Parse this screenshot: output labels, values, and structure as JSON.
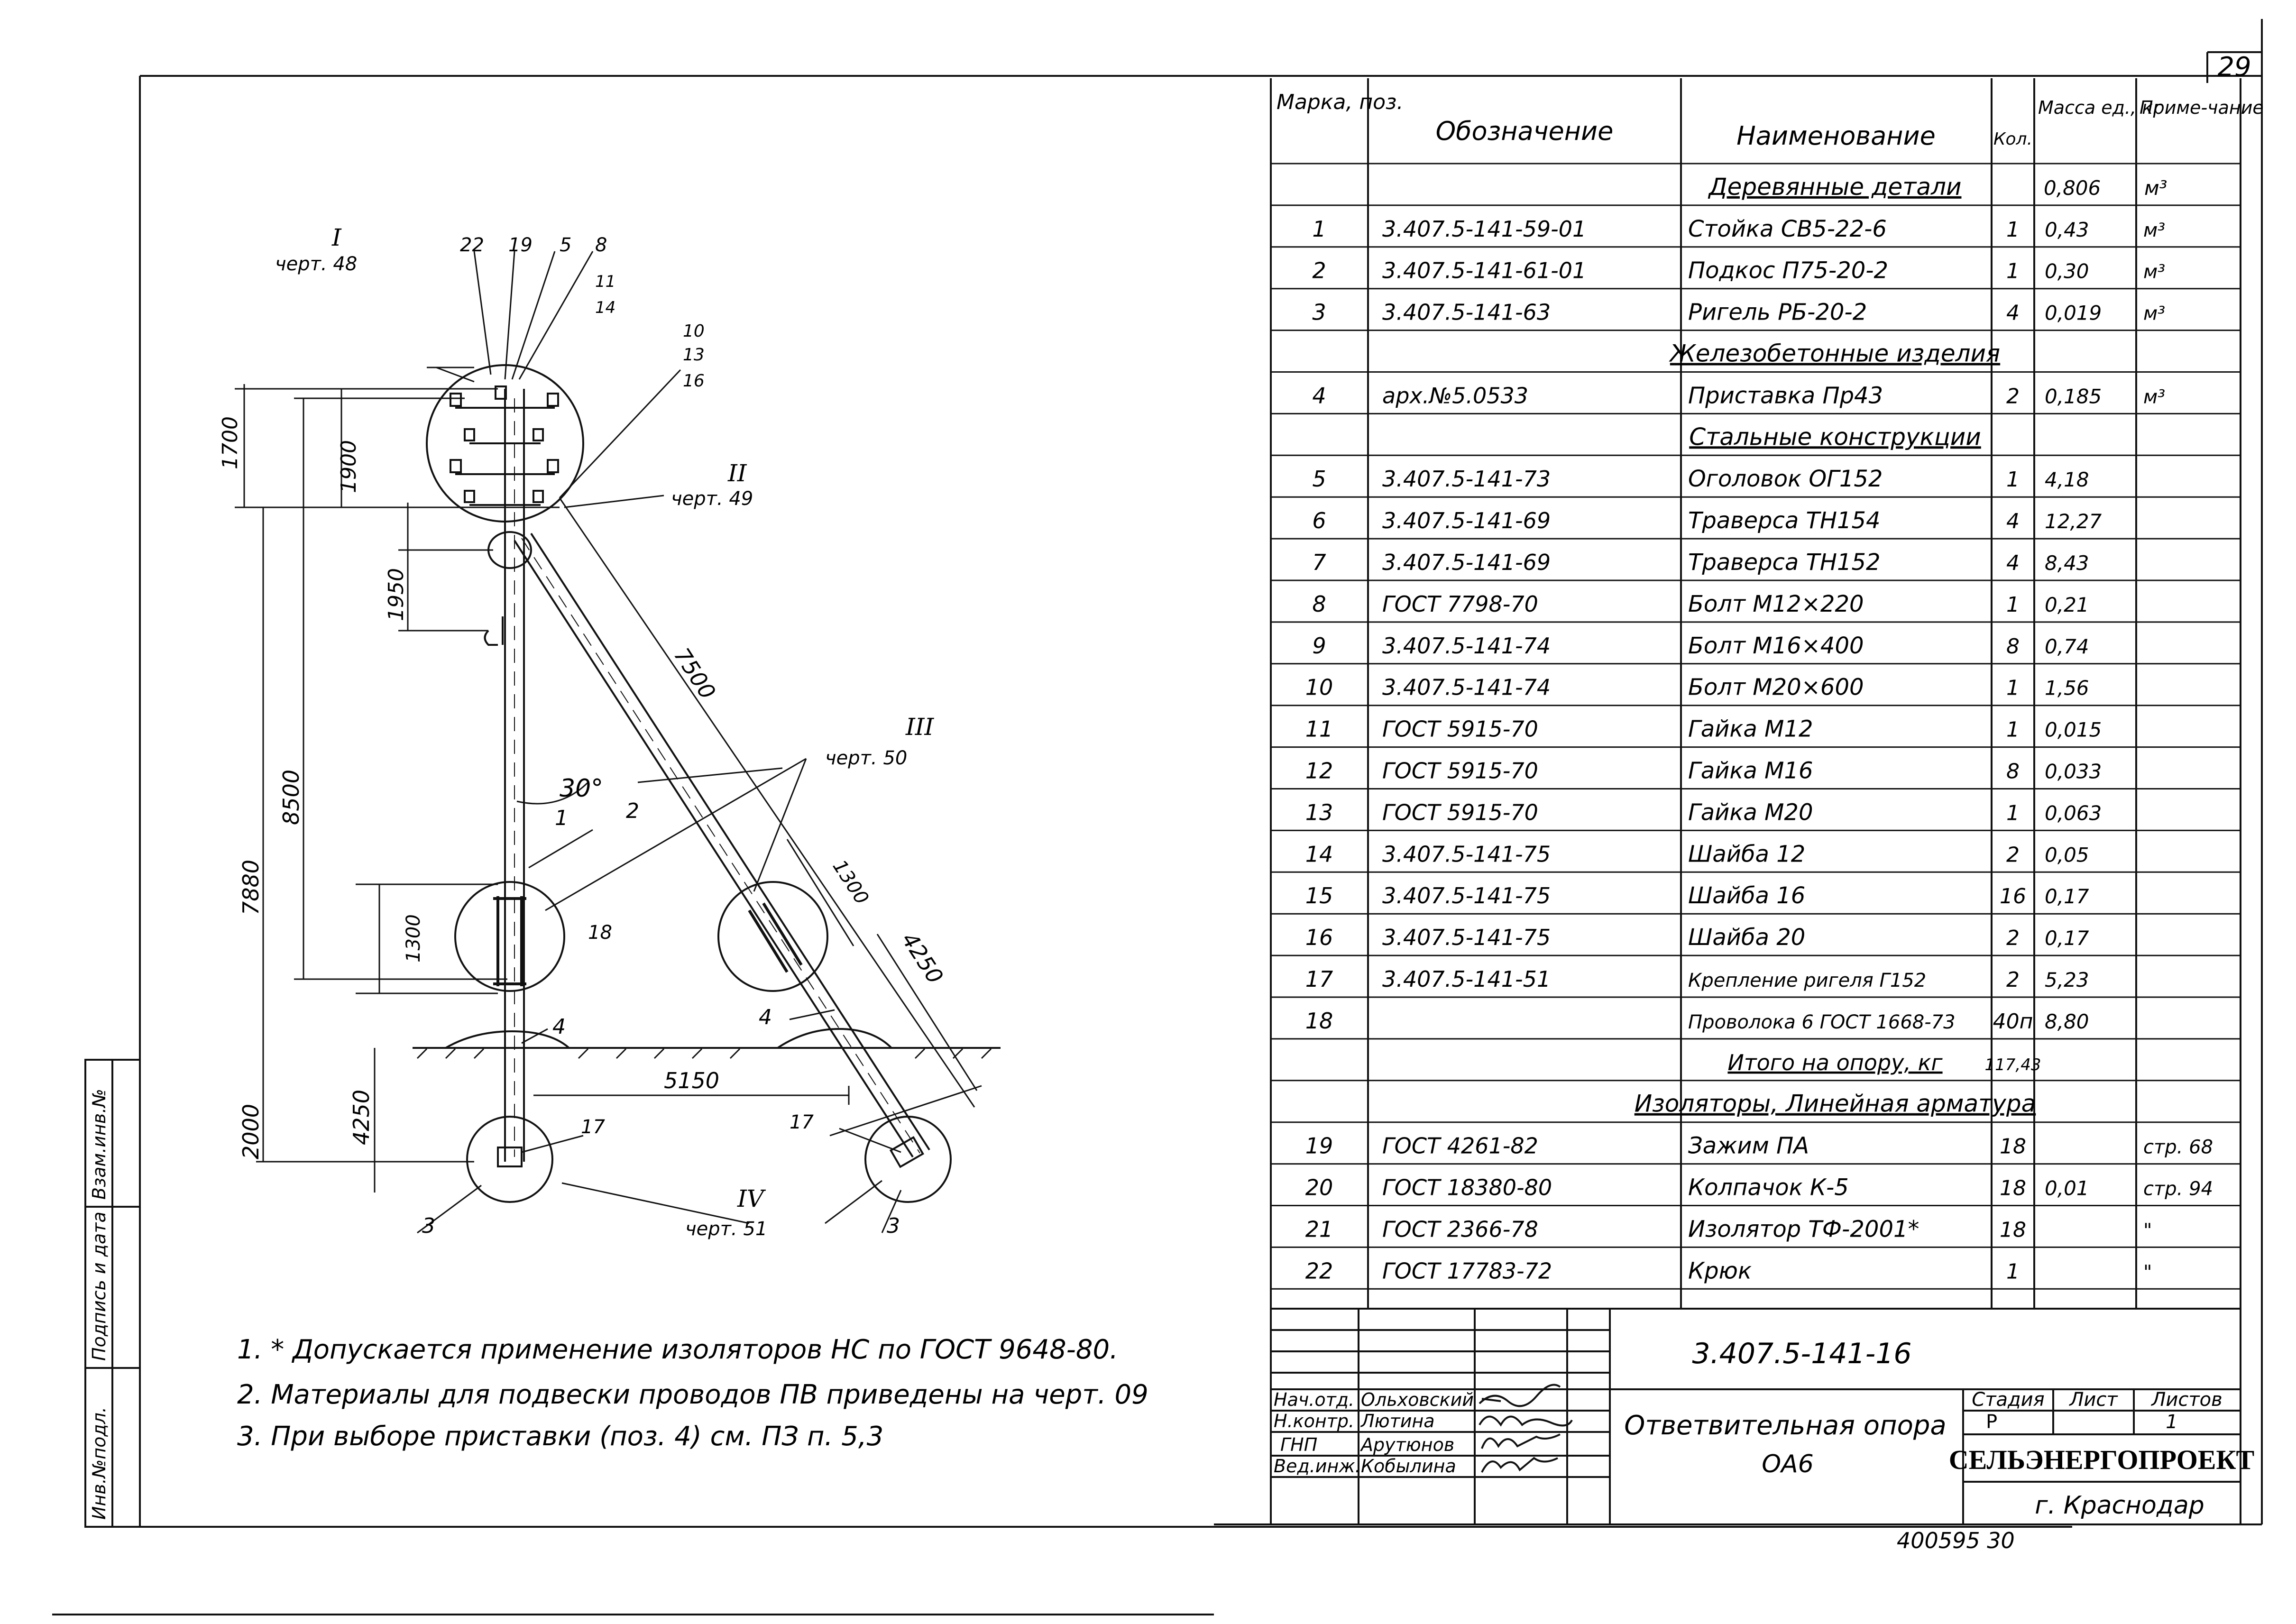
{
  "sheet_number": "29",
  "side_stamp": {
    "col1": "Инв.№подл.",
    "col2": "Подпись и дата",
    "col3": "Взам.инв.№"
  },
  "spec_table": {
    "headers": [
      "Марка, поз.",
      "Обозначение",
      "Наименование",
      "Кол.",
      "Масса ед., кг",
      "Приме-чание"
    ],
    "rows": [
      {
        "type": "section",
        "name": "Деревянные детали",
        "mass": "0,806",
        "note": "м³"
      },
      {
        "type": "item",
        "pos": "1",
        "code": "3.407.5-141-59-01",
        "name": "Стойка СВ5-22-6",
        "qty": "1",
        "mass": "0,43",
        "note": "м³"
      },
      {
        "type": "item",
        "pos": "2",
        "code": "3.407.5-141-61-01",
        "name": "Подкос П75-20-2",
        "qty": "1",
        "mass": "0,30",
        "note": "м³"
      },
      {
        "type": "item",
        "pos": "3",
        "code": "3.407.5-141-63",
        "name": "Ригель РБ-20-2",
        "qty": "4",
        "mass": "0,019",
        "note": "м³"
      },
      {
        "type": "section",
        "name": "Железобетонные изделия",
        "mass": "",
        "note": ""
      },
      {
        "type": "item",
        "pos": "4",
        "code": "арх.№5.0533",
        "name": "Приставка Пр43",
        "qty": "2",
        "mass": "0,185",
        "note": "м³"
      },
      {
        "type": "section",
        "name": "Стальные конструкции",
        "mass": "",
        "note": ""
      },
      {
        "type": "item",
        "pos": "5",
        "code": "3.407.5-141-73",
        "name": "Оголовок ОГ152",
        "qty": "1",
        "mass": "4,18",
        "note": ""
      },
      {
        "type": "item",
        "pos": "6",
        "code": "3.407.5-141-69",
        "name": "Траверса ТН154",
        "qty": "4",
        "mass": "12,27",
        "note": ""
      },
      {
        "type": "item",
        "pos": "7",
        "code": "3.407.5-141-69",
        "name": "Траверса ТН152",
        "qty": "4",
        "mass": "8,43",
        "note": ""
      },
      {
        "type": "item",
        "pos": "8",
        "code": "ГОСТ 7798-70",
        "name": "Болт М12×220",
        "qty": "1",
        "mass": "0,21",
        "note": ""
      },
      {
        "type": "item",
        "pos": "9",
        "code": "3.407.5-141-74",
        "name": "Болт М16×400",
        "qty": "8",
        "mass": "0,74",
        "note": ""
      },
      {
        "type": "item",
        "pos": "10",
        "code": "3.407.5-141-74",
        "name": "Болт М20×600",
        "qty": "1",
        "mass": "1,56",
        "note": ""
      },
      {
        "type": "item",
        "pos": "11",
        "code": "ГОСТ 5915-70",
        "name": "Гайка М12",
        "qty": "1",
        "mass": "0,015",
        "note": ""
      },
      {
        "type": "item",
        "pos": "12",
        "code": "ГОСТ 5915-70",
        "name": "Гайка М16",
        "qty": "8",
        "mass": "0,033",
        "note": ""
      },
      {
        "type": "item",
        "pos": "13",
        "code": "ГОСТ 5915-70",
        "name": "Гайка М20",
        "qty": "1",
        "mass": "0,063",
        "note": ""
      },
      {
        "type": "item",
        "pos": "14",
        "code": "3.407.5-141-75",
        "name": "Шайба 12",
        "qty": "2",
        "mass": "0,05",
        "note": ""
      },
      {
        "type": "item",
        "pos": "15",
        "code": "3.407.5-141-75",
        "name": "Шайба 16",
        "qty": "16",
        "mass": "0,17",
        "note": ""
      },
      {
        "type": "item",
        "pos": "16",
        "code": "3.407.5-141-75",
        "name": "Шайба 20",
        "qty": "2",
        "mass": "0,17",
        "note": ""
      },
      {
        "type": "item",
        "pos": "17",
        "code": "3.407.5-141-51",
        "name": "Крепление ригеля Г152",
        "qty": "2",
        "mass": "5,23",
        "note": ""
      },
      {
        "type": "item",
        "pos": "18",
        "code": "",
        "name": "Проволока 6 ГОСТ 1668-73",
        "qty": "40п",
        "mass": "8,80",
        "note": ""
      },
      {
        "type": "total",
        "name": "Итого на опору, кг",
        "qty": "117,43"
      },
      {
        "type": "section",
        "name": "Изоляторы, Линейная арматура",
        "mass": "",
        "note": ""
      },
      {
        "type": "item",
        "pos": "19",
        "code": "ГОСТ 4261-82",
        "name": "Зажим ПА",
        "qty": "18",
        "mass": "",
        "note": "стр. 68"
      },
      {
        "type": "item",
        "pos": "20",
        "code": "ГОСТ 18380-80",
        "name": "Колпачок К-5",
        "qty": "18",
        "mass": "0,01",
        "note": "стр. 94"
      },
      {
        "type": "item",
        "pos": "21",
        "code": "ГОСТ 2366-78",
        "name": "Изолятор ТФ-2001*",
        "qty": "18",
        "mass": "",
        "note": "\""
      },
      {
        "type": "item",
        "pos": "22",
        "code": "ГОСТ 17783-72",
        "name": "Крюк",
        "qty": "1",
        "mass": "",
        "note": "\""
      }
    ]
  },
  "notes": [
    "1. * Допускается применение изоляторов НС по ГОСТ 9648-80.",
    "2. Материалы для подвески проводов ПВ приведены на черт. 09",
    "3. При выборе приставки (поз. 4) см. ПЗ п. 5,3"
  ],
  "title_block": {
    "doc_code": "3.407.5-141-16",
    "signatures": [
      {
        "role": "Нач.отд.",
        "name": "Ольховский"
      },
      {
        "role": "Н.контр.",
        "name": "Лютина"
      },
      {
        "role": "ГНП",
        "name": "Арутюнов"
      },
      {
        "role": "Вед.инж.",
        "name": "Кобылина"
      }
    ],
    "title_line1": "Ответвительная опора",
    "title_line2": "ОА6",
    "stage_label": "Стадия",
    "sheet_label": "Лист",
    "sheets_label": "Листов",
    "stage": "Р",
    "sheets": "1",
    "org": "СЕЛЬЭНЕРГОПРОЕКТ",
    "city": "г. Краснодар"
  },
  "bottom_stamp": "400595    30",
  "drawing": {
    "callout_I": "I",
    "callout_I_ref": "черт. 48",
    "callout_II": "II",
    "callout_II_ref": "черт. 49",
    "callout_III": "III",
    "callout_III_ref": "черт. 50",
    "callout_IV": "IV",
    "callout_IV_ref": "черт. 51",
    "dim_1700": "1700",
    "dim_1900": "1900",
    "dim_1950": "1950",
    "dim_8500": "8500",
    "dim_7880": "7880",
    "dim_1300a": "1300",
    "dim_1300b": "1300",
    "dim_4250a": "4250",
    "dim_4250b": "4250",
    "dim_2000": "2000",
    "dim_5150": "5150",
    "dim_7500": "7500",
    "angle": "30°",
    "pos_22": "22",
    "pos_19": "19",
    "pos_5": "5",
    "pos_8": "8",
    "pos_11": "11",
    "pos_14": "14",
    "pos_10": "10",
    "pos_13": "13",
    "pos_16": "16",
    "pos_1": "1",
    "pos_2": "2",
    "pos_18": "18",
    "pos_4a": "4",
    "pos_4b": "4",
    "pos_17a": "17",
    "pos_17b": "17",
    "pos_3a": "3",
    "pos_3b": "3"
  }
}
